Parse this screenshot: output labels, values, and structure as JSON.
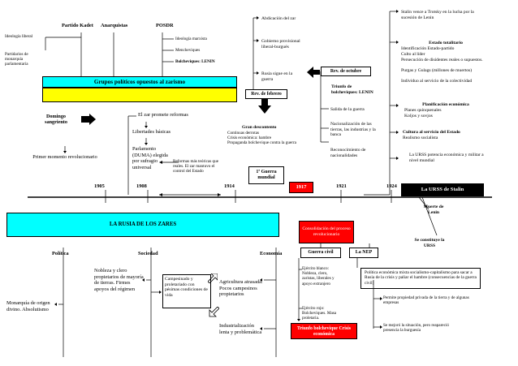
{
  "groups": {
    "kadet": "Partido Kadet",
    "anarquistas": "Anarquistas",
    "posdr": "POSDR",
    "kadet_items": [
      "Ideología liberal",
      "Partidarios de monarquía parlamentaria"
    ],
    "posdr_items": [
      "Ideología marxista",
      "Mencheviques",
      "Bolcheviques: LENIN"
    ],
    "banner": "Grupos políticos opuestos al zarismo"
  },
  "y1905": {
    "domingo": "Domingo sangriento",
    "primer": "Primer momento revolucionario",
    "zar_promete": "El zar promete reformas",
    "libertades": "Libertades básicas",
    "parlamento": "Parlamento (DUMA) elegida por sufragio universal",
    "reformas_note": "Reformas más teóricas que reales. El zar mantuvo el control del Estado"
  },
  "rev_febrero": {
    "label": "Rev. de febrero",
    "items": [
      "Abdicación del zar",
      "Gobierno provisional liberal-burgués",
      "Rusia sigue en la guerra"
    ]
  },
  "rev_octubre": {
    "label": "Rev. de octubre",
    "triunfo": "Triunfo de bolcheviques: LENIN",
    "items": [
      "Salida de la guerra",
      "Nacionalización de las tierras, las industrias y la banca",
      "Reconocimiento de nacionalidades"
    ]
  },
  "war": {
    "descontento_title": "Gran descontento",
    "descontento_items": [
      "Continuas derrotas",
      "Crisis económica: hambre",
      "Propaganda bolchevique contra la guerra"
    ],
    "label": "1ª Guerra mundial"
  },
  "stalin": {
    "stalin_vence": "Stalin vence a Trotsky en la lucha por la sucesión de Lenin",
    "estado_title": "Estado totalitario",
    "estado_items": [
      "Identificación Estado-partido",
      "Culto al líder",
      "Persecución de disidentes reales o supuestos.",
      "Purgas y Gulags (millones de muertos)",
      "Individuo al servicio de la colectividad"
    ],
    "planif_title": "Planificación económica",
    "planif_items": [
      "Planes quinquenales",
      "Koljos y sovjos"
    ],
    "cultura_title": "Cultura al servicio del Estado",
    "cultura_item": "Realismo socialista",
    "potencia": "La URSS potencia económica y militar a nivel mundial",
    "urss_box": "La URSS de Stalin"
  },
  "timeline": {
    "years": [
      "1905",
      "1908",
      "1914",
      "1917",
      "1921",
      "1924"
    ],
    "muerte": "Muerte de Lenin",
    "constituye": "Se constituye la URSS"
  },
  "zares": {
    "banner": "LA RUSIA DE LOS ZARES",
    "politica": "Política",
    "sociedad": "Sociedad",
    "economia": "Economía",
    "monarquia": "Monarquía de origen divino. Absolutismo",
    "nobleza": "Nobleza y clero propietarios de mayoría de tierras. Firmes apoyos del régimen",
    "campesinado": "Campesinado y proletariado con pésimas condiciones de vida",
    "agricultura": "Agricultura atrasada. Pocos campesinos propietarios",
    "industrializacion": "Industrialización lenta y problemática"
  },
  "consolidacion": {
    "banner": "Consolidación del proceso revolucionario",
    "guerra_civil": "Guerra civil",
    "la_nep": "La NEP",
    "ejercito_blanco": "Ejército blanco: Nobleza, clero, zaristas, liberales y apoyo extranjero",
    "ejercito_rojo": "Ejército rojo: Bolcheviques. Masa proletaria.",
    "triunfo": "Triunfo bolchevique Crisis económica",
    "nep_politica": "Política económica mixta socialismo-capitalismo para sacar a Rusia de la crisis y paliar el hambre (consecuencias de la guerra civil)",
    "nep_permite": "Permite propiedad privada de la tierra y de algunas empresas",
    "nep_mejora": "Se mejoró la situación, pero reapareció presencia la burguesía"
  },
  "colors": {
    "cyan": "#00ffff",
    "yellow": "#ffff00",
    "red": "#ff0000",
    "black": "#000000"
  }
}
